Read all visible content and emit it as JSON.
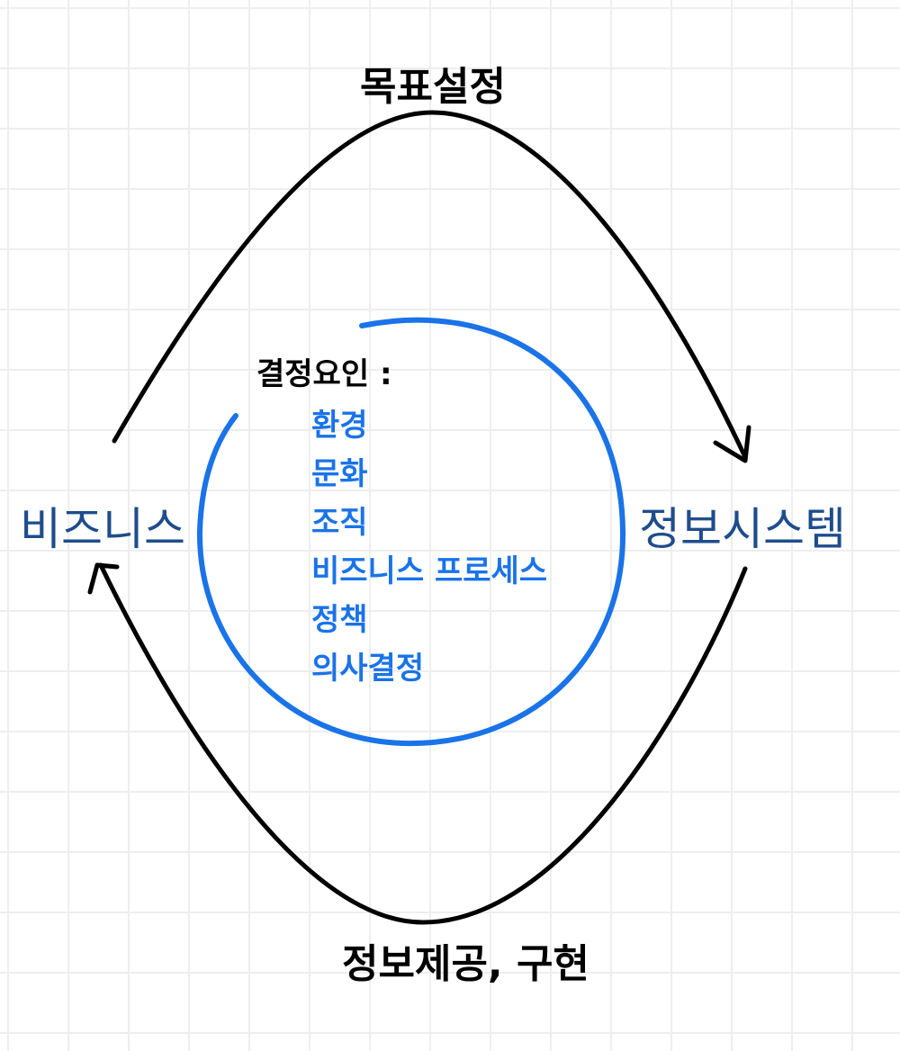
{
  "diagram": {
    "top_label": "목표설정",
    "bottom_label": "정보제공, 구현",
    "left_node": "비즈니스",
    "right_node": "정보시스템",
    "factors_heading": "결정요인 :",
    "factors": [
      "환경",
      "문화",
      "조직",
      "비즈니스 프로세스",
      "정책",
      "의사결정"
    ],
    "colors": {
      "arrow": "#000000",
      "circle": "#1a73e8",
      "node_text": "#1e4d8c",
      "factor_text": "#1a73e8",
      "grid": "#eeeeee"
    }
  }
}
